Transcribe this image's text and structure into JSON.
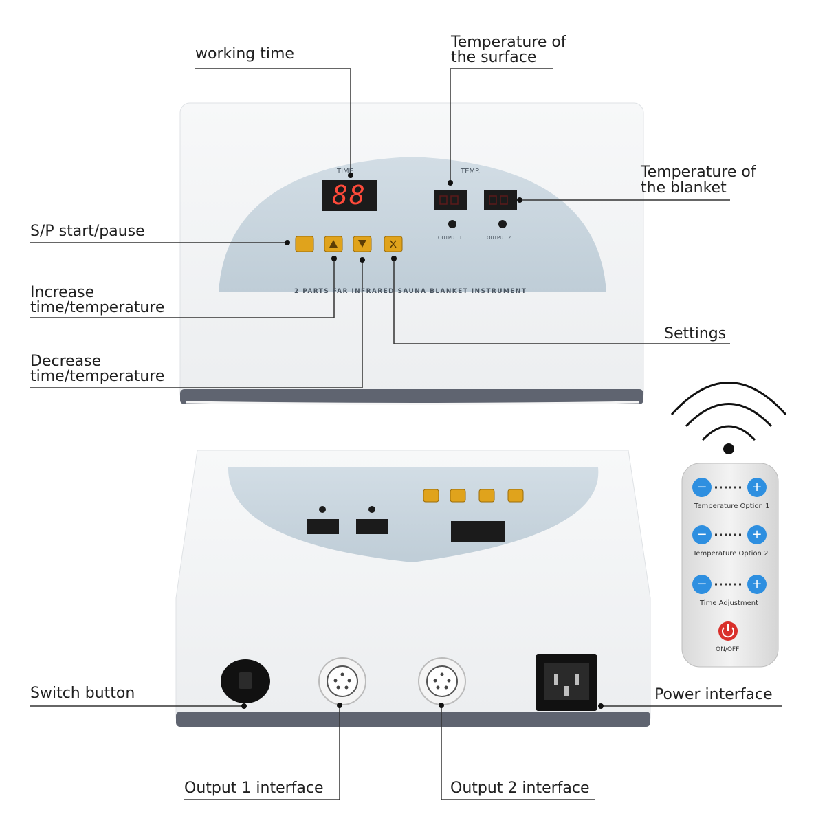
{
  "labels": {
    "working_time": "working time",
    "temp_surface_1": "Temperature of",
    "temp_surface_2": "the surface",
    "temp_blanket_1": "Temperature of",
    "temp_blanket_2": "the blanket",
    "sp": "S/P start/pause",
    "increase_1": "Increase",
    "increase_2": "time/temperature",
    "decrease_1": "Decrease",
    "decrease_2": "time/temperature",
    "settings": "Settings",
    "switch": "Switch button",
    "power": "Power interface",
    "output1": "Output 1 interface",
    "output2": "Output 2 interface"
  },
  "device_top": {
    "time_label": "TIME",
    "temp_label": "TEMP.",
    "time_display": "88",
    "output1": "OUTPUT 1",
    "output2": "OUTPUT 2",
    "title": "2 PARTS FAR INFRARED SAUNA BLANKET INSTRUMENT"
  },
  "remote": {
    "row1": "Temperature Option 1",
    "row2": "Temperature Option 2",
    "row3": "Time Adjustment",
    "power": "ON/OFF",
    "minus": "−",
    "plus": "+"
  },
  "colors": {
    "panel": "#c9d6df",
    "button_gold": "#e0a31c",
    "remote_blue": "#2e8fe0",
    "power_red": "#d9302b"
  }
}
